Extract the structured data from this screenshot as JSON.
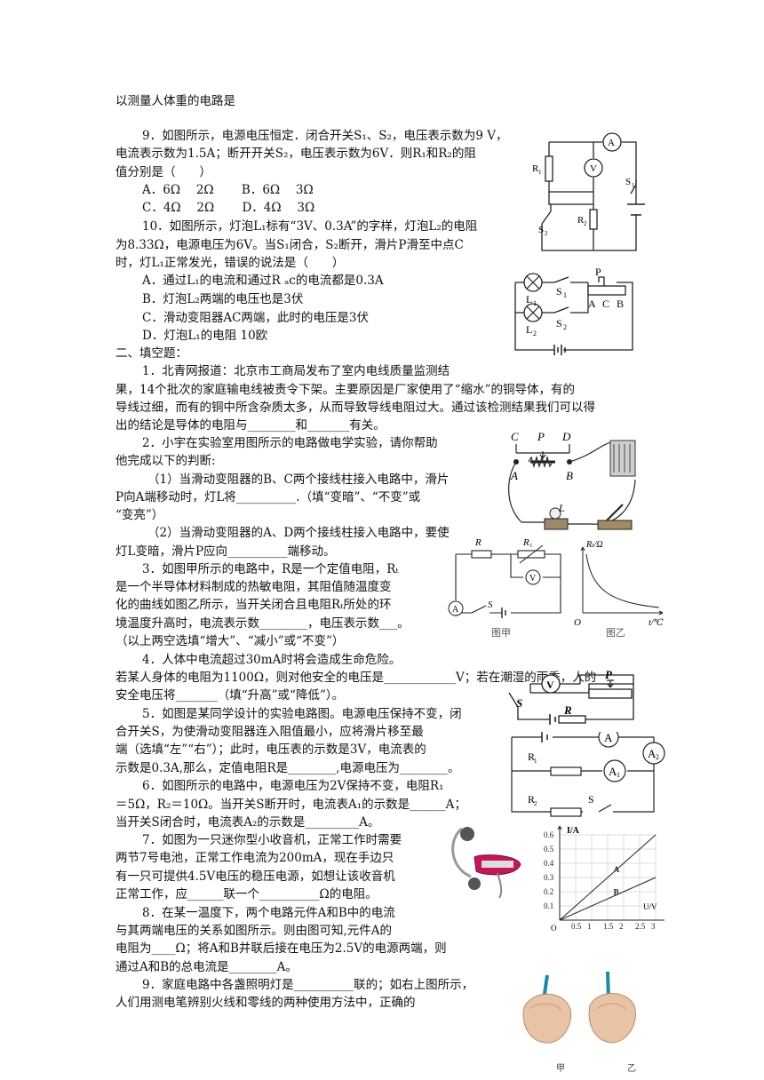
{
  "intro": "以测量人体重的电路是",
  "q9": {
    "l1": "9．如图所示，电源电压恒定．闭合开关S₁、S₂，电压表示数为9 V，",
    "l2": "电流表示数为1.5A；断开开关S₂，电压表示数为6V．则R₁和R₂的阻",
    "l3": "值分别是（　　）",
    "opt1": "A．6Ω　 2Ω　　 B．6Ω　 3Ω",
    "opt2": "C．4Ω　 2Ω　　 D．4Ω　 3Ω"
  },
  "q10": {
    "l1": "10．如图所示，灯泡L₁标有“3V、0.3A”的字样，灯泡L₂的电阻",
    "l2": "为8.33Ω，电源电压为6V。当S₁闭合，S₂断开，滑片P滑至中点C",
    "l3": "时，灯L₁正常发光，错误的说法是（　　）",
    "optA": "A．通过L₁的电流和通过R ₐc的电流都是0.3A",
    "optB": "B．灯泡L₂两端的电压也是3伏",
    "optC": "C．滑动变阻器AC两端，此时的电压是3伏",
    "optD": "D．灯泡L₁的电阻 10欧"
  },
  "section2": "二、填空题：",
  "f1": {
    "l1": "1．北青网报道：北京市工商局发布了室内电线质量监测结",
    "l2": "果，14个批次的家庭输电线被责令下架。主要原因是厂家使用了“缩水”的铜导体，有的",
    "l3": "导线过细，而有的铜中所含杂质太多，从而导致导线电阻过大。通过该检测结果我们可以得",
    "l4": "出的结论是导体的电阻与________和_______有关。"
  },
  "f2": {
    "l1": "2．小宇在实验室用图所示的电路做电学实验，请你帮助",
    "l2": "他完成以下的判断:",
    "l3": "（1）当滑动变阻器的B、C两个接线柱接入电路中，滑片",
    "l4": "P向A端移动时，灯L将__________.（填“变暗”、“不变”或",
    "l5": "“变亮”）",
    "l6": "（2）当滑动变阻器的A、D两个接线柱接入电路中，要使",
    "l7": "灯L变暗，滑片P应向__________端移动。"
  },
  "f3": {
    "l1": "3．如图甲所示的电路中，R是一个定值电阻，Rₜ",
    "l2": "是一个半导体材料制成的热敏电阻，其阻值随温度变",
    "l3": "化的曲线如图乙所示，当开关闭合且电阻Rₜ所处的环",
    "l4": "境温度升高时，电流表示数________，电压表示数___。",
    "l5": "（以上两空选填“增大”、“减小”或“不变”）"
  },
  "f4": {
    "l1": "4．人体中电流超过30mA时将会造成生命危险。",
    "l2": "若某人身体的电阻为1100Ω，则对他安全的电压是____________V；若在潮湿的雨季，人的",
    "l3": "安全电压将_______（填“升高”或“降低”）。"
  },
  "f5": {
    "l1": "5．如图是某同学设计的实验电路图。电源电压保持不变，闭",
    "l2": "合开关S，为使滑动变阻器连入阻值最小，应将滑片移至最",
    "l3": "端（选填“左”“右”）；此时，电压表的示数是3V，电流表的",
    "l4": "示数是0.3A,那么，定值电阻R是________,电源电压为________。"
  },
  "f6": {
    "l1": "6．如图所示的电路中，电源电压为2V保持不变，电阻R₁",
    "l2": "＝5Ω，R₂＝10Ω。当开关S断开时，电流表A₁的示数是______A；",
    "l3": "当开关S闭合时，电流表A₂的示数是_________A。"
  },
  "f7": {
    "l1": "7．如图为一只迷你型小收音机，正常工作时需要",
    "l2": "两节7号电池，正常工作电流为200mA，现在手边只",
    "l3": "有一只可提供4.5V电压的稳压电源，如想让该收音机",
    "l4": "正常工作，应______联一个__________Ω的电阻。"
  },
  "f8": {
    "l1": "8．在某一温度下，两个电路元件A和B中的电流",
    "l2": "与其两端电压的关系如图所示。则由图可知,元件A的",
    "l3": "电阻为____Ω；将A和B并联后接在电压为2.5V的电源两端，则",
    "l4": "通过A和B的总电流是________A。"
  },
  "f9": {
    "l1": "9．家庭电路中各盏照明灯是__________联的；如右上图所示，",
    "l2": "人们用测电笔辨别火线和零线的两种使用方法中，正确的"
  },
  "labels": {
    "A": "A",
    "V": "V",
    "R1": "R",
    "R2": "R",
    "S1": "S",
    "S2": "S",
    "L1": "L",
    "L2": "L",
    "P": "P",
    "C": "C",
    "B": "B",
    "D": "D",
    "R": "R",
    "Rt": "R",
    "Rt_axis": "Rₜ/Ω",
    "O": "O",
    "t_axis": "t/℃",
    "jia_fig": "图甲",
    "yi_fig": "图乙",
    "S": "S",
    "A1": "A",
    "A2": "A",
    "I_axis": "I/A",
    "U_axis": "U/V",
    "curveA": "A",
    "curveB": "B",
    "jia": "甲",
    "yi": "乙"
  },
  "chart_data": {
    "type": "line",
    "xlabel": "U/V",
    "ylabel": "I/A",
    "x_ticks": [
      "0.5",
      "1",
      "1.5",
      "2",
      "2.5",
      "3"
    ],
    "y_ticks": [
      "0.1",
      "0.2",
      "0.3",
      "0.4",
      "0.5",
      "0.6"
    ],
    "xlim": [
      0,
      3
    ],
    "ylim": [
      0,
      0.6
    ],
    "series": [
      {
        "name": "A",
        "x": [
          0,
          3
        ],
        "y": [
          0,
          0.6
        ]
      },
      {
        "name": "B",
        "x": [
          0,
          3
        ],
        "y": [
          0,
          0.3
        ]
      }
    ],
    "grid": true
  }
}
